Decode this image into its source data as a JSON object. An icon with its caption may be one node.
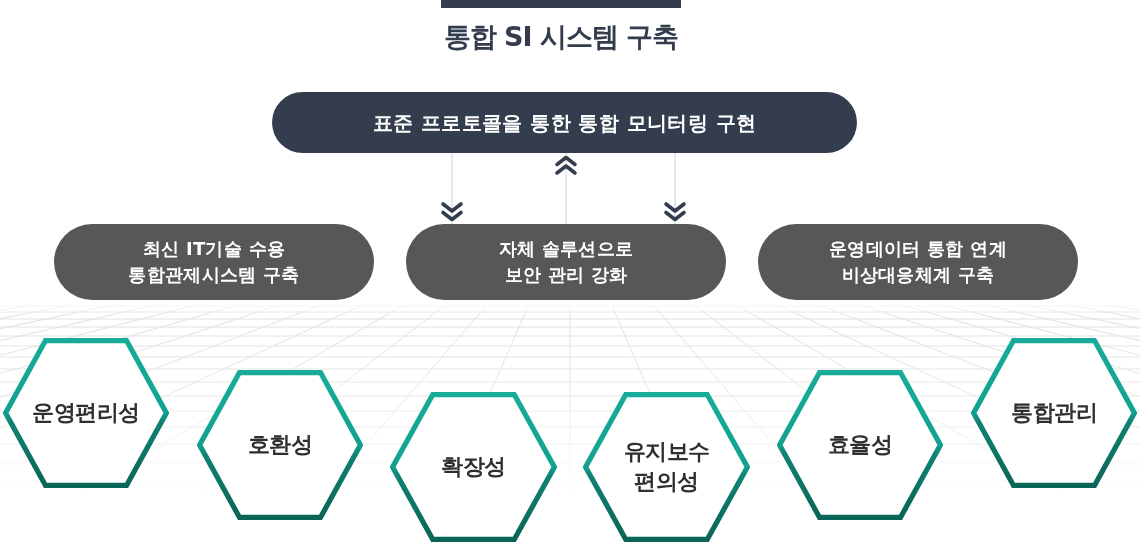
{
  "diagram": {
    "title": "통합 SI 시스템 구축",
    "nodes": [
      {
        "text": [
          "표준 프로토콜을 통한 통합 모니터링 구현"
        ]
      },
      {
        "text": [
          "최신 IT기술 수용 통합관제시스템 구축"
        ]
      },
      {
        "text": [
          "자체 솔루션으로 보안 관리 강화"
        ]
      },
      {
        "text": [
          "운영데이터 통합 연계 비상대응체계 구축"
        ]
      },
      {
        "text": [
          "운영편리성"
        ]
      },
      {
        "text": [
          "호환성"
        ]
      },
      {
        "text": [
          "확장성"
        ]
      },
      {
        "text": [
          "유지보수 편의성"
        ]
      },
      {
        "text": [
          "효율성"
        ]
      },
      {
        "text": [
          "통합관리"
        ]
      }
    ],
    "edges": [
      {
        "from": 0,
        "to": 2,
        "arrow": "to"
      },
      {
        "from": 2,
        "to": 0,
        "arrow": "to"
      },
      {
        "from": 0,
        "to": 2,
        "arrow": "to"
      }
    ]
  }
}
